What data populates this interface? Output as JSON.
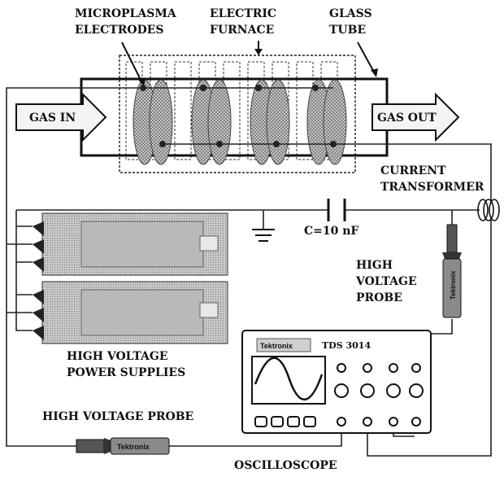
{
  "labels": {
    "microplasma_1": "MICROPLASMA",
    "microplasma_2": "ELECTRODES",
    "furnace_1": "ELECTRIC",
    "furnace_2": "FURNACE",
    "glass_1": "GLASS",
    "glass_2": "TUBE",
    "gas_in": "GAS IN",
    "gas_out": "GAS OUT",
    "ct_1": "CURRENT",
    "ct_2": "TRANSFORMER",
    "capacitor": "C=10 nF",
    "hvp_right_1": "HIGH",
    "hvp_right_2": "VOLTAGE",
    "hvp_right_3": "PROBE",
    "psu_1": "HIGH VOLTAGE",
    "psu_2": "POWER SUPPLIES",
    "hvp_bottom": "HIGH VOLTAGE PROBE",
    "scope_brand": "Tektronix",
    "scope_model": "TDS 3014",
    "scope": "OSCILLOSCOPE",
    "probe_brand": "Tektronix"
  },
  "colors": {
    "line": "#222222",
    "device_fill": "#d4d4d4",
    "arrow_fill": "#f4f4f4"
  }
}
